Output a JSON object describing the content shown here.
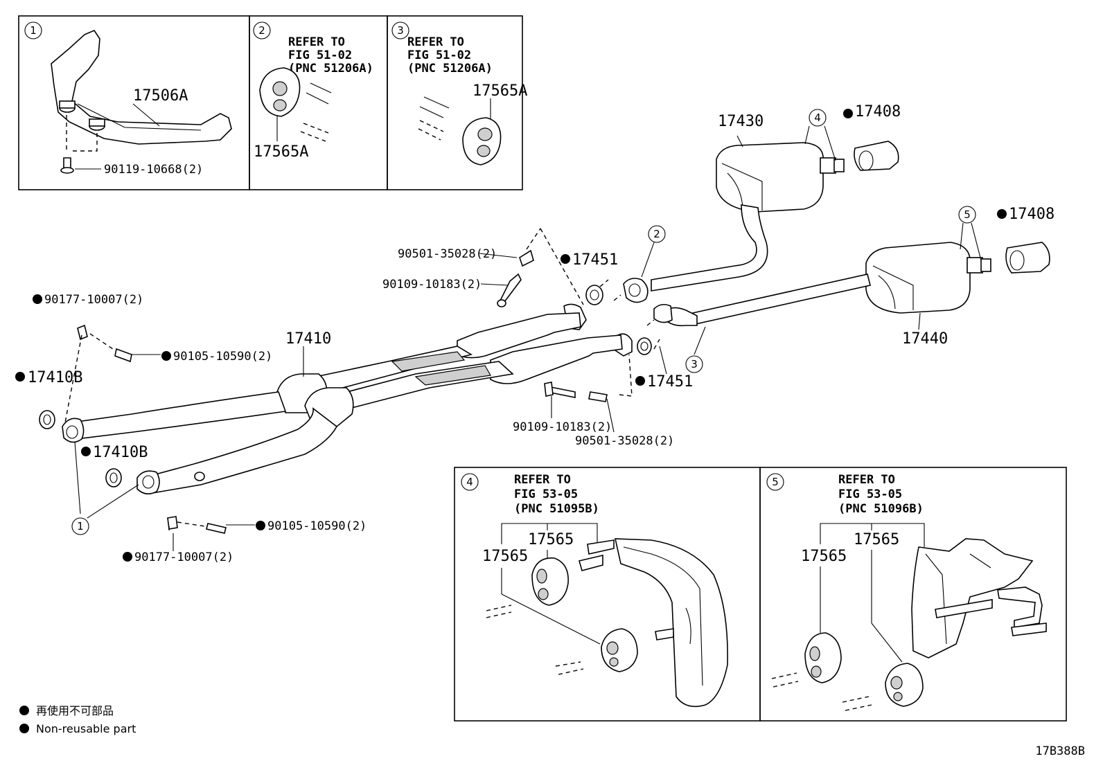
{
  "insets": {
    "i1": {
      "num": "1",
      "part": "17506A",
      "bolt": "90119-10668(2)"
    },
    "i2": {
      "num": "2",
      "ref1": "REFER TO",
      "ref2": "FIG 51-02",
      "ref3": "(PNC 51206A)",
      "part": "17565A"
    },
    "i3": {
      "num": "3",
      "ref1": "REFER TO",
      "ref2": "FIG 51-02",
      "ref3": "(PNC 51206A)",
      "part": "17565A"
    },
    "i4": {
      "num": "4",
      "ref1": "REFER TO",
      "ref2": "FIG 53-05",
      "ref3": "(PNC 51095B)",
      "partA": "17565",
      "partB": "17565"
    },
    "i5": {
      "num": "5",
      "ref1": "REFER TO",
      "ref2": "FIG 53-05",
      "ref3": "(PNC 51096B)",
      "partA": "17565",
      "partB": "17565"
    }
  },
  "callouts": {
    "c1": "1",
    "c2": "2",
    "c3": "3",
    "c4": "4",
    "c5": "5"
  },
  "parts": {
    "p17430": "17430",
    "p17408a": "17408",
    "p17408b": "17408",
    "p17440": "17440",
    "p17410": "17410",
    "p17451a": "17451",
    "p17451b": "17451",
    "p17410b1": "17410B",
    "p17410b2": "17410B",
    "b90501a": "90501-35028(2)",
    "b90109a": "90109-10183(2)",
    "b90109b": "90109-10183(2)",
    "b90501b": "90501-35028(2)",
    "n90177a": "90177-10007(2)",
    "n90105a": "90105-10590(2)",
    "n90105b": "90105-10590(2)",
    "n90177b": "90177-10007(2)"
  },
  "legend": {
    "jp": "再使用不可部品",
    "en": "Non-reusable part"
  },
  "diagram_id": "17B388B"
}
